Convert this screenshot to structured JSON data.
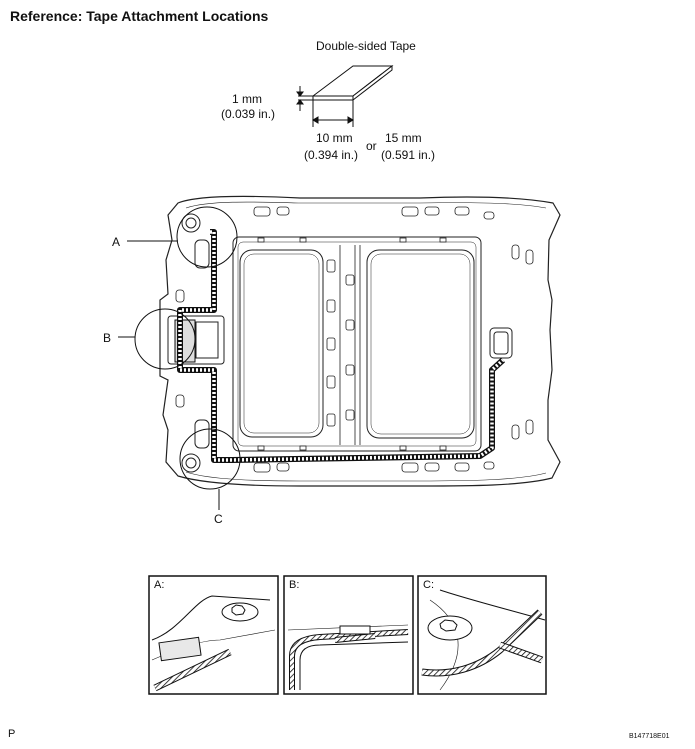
{
  "heading": "Reference: Tape Attachment Locations",
  "tape_detail": {
    "title": "Double-sided Tape",
    "thickness_mm": "1 mm",
    "thickness_in": "(0.039 in.)",
    "width_a_mm": "10 mm",
    "width_a_in": "(0.394 in.)",
    "or_text": "or",
    "width_b_mm": "15 mm",
    "width_b_in": "(0.591 in.)"
  },
  "callouts": {
    "a": "A",
    "b": "B",
    "c": "C"
  },
  "detail_panels": [
    {
      "label": "A:"
    },
    {
      "label": "B:"
    },
    {
      "label": "C:"
    }
  ],
  "footer": {
    "page_marker": "P",
    "drawing_code": "B147718E01"
  }
}
